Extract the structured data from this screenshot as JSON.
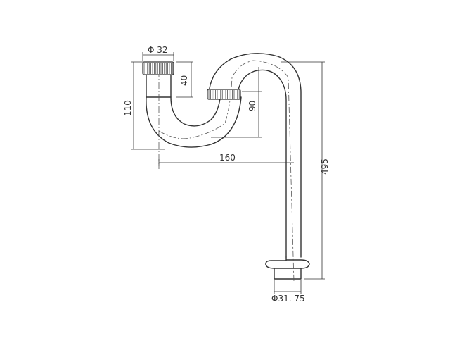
{
  "dimensions": {
    "inlet_diameter": "Φ 32",
    "nut_height": "40",
    "trap_height": "110",
    "seal_depth": "90",
    "horizontal_offset": "160",
    "total_length": "495",
    "outlet_diameter": "Φ31. 75"
  },
  "colors": {
    "line": "#333333",
    "background": "#ffffff"
  }
}
